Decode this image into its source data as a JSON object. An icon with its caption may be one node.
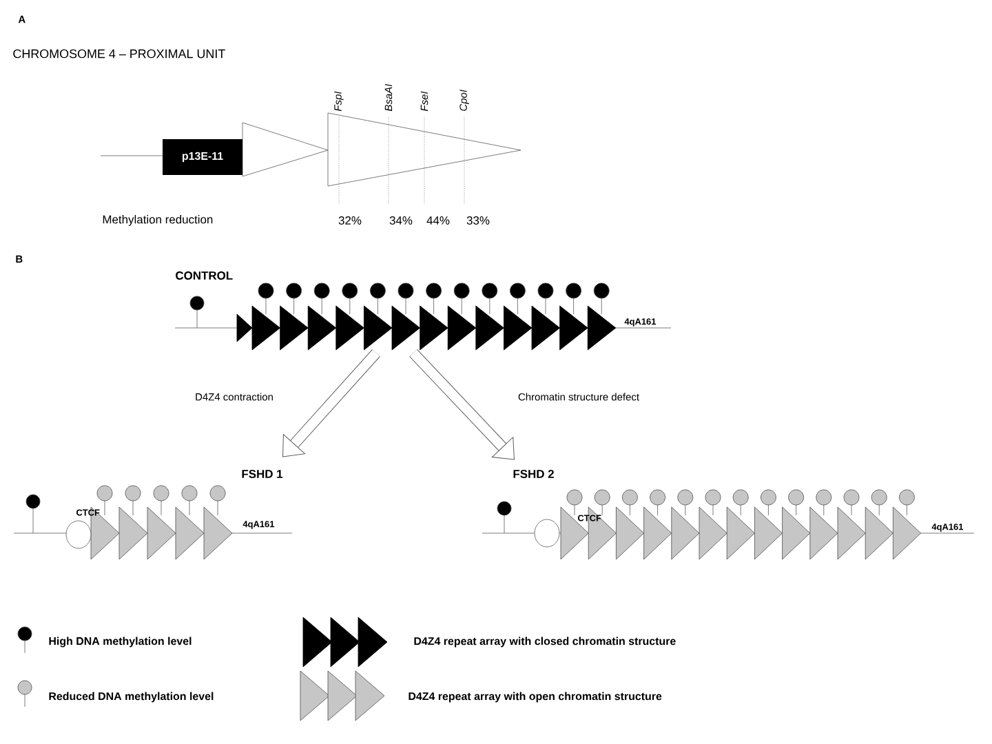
{
  "diagram": {
    "nodes": [
      {
        "text": [
          "p13E-11"
        ]
      },
      {
        "text": [
          "CONTROL",
          "4qA161"
        ]
      },
      {
        "text": [
          "FSHD 1",
          "CTCF",
          "4qA161"
        ]
      },
      {
        "text": [
          "FSHD 2",
          "CTCF",
          "4qA161"
        ]
      }
    ],
    "edges": [
      {
        "from": 1,
        "to": 2,
        "arrow": "to",
        "label": "D4Z4 contraction"
      },
      {
        "from": 1,
        "to": 3,
        "arrow": "to",
        "label": "Chromatin structure defect"
      }
    ],
    "labels": [
      "A",
      "CHROMOSOME 4 – PROXIMAL UNIT",
      "*FspI*",
      "*BsaAI*",
      "*FseI*",
      "*CpoI*",
      "Methylation reduction",
      "32%",
      "34%",
      "44%",
      "33%",
      "B"
    ],
    "legend": [
      {
        "text": "High DNA methylation level"
      },
      {
        "text": "D4Z4 repeat array with closed chromatin structure"
      },
      {
        "text": "Reduced DNA methylation level"
      },
      {
        "text": "D4Z4 repeat array with open chromatin structure"
      }
    ]
  }
}
